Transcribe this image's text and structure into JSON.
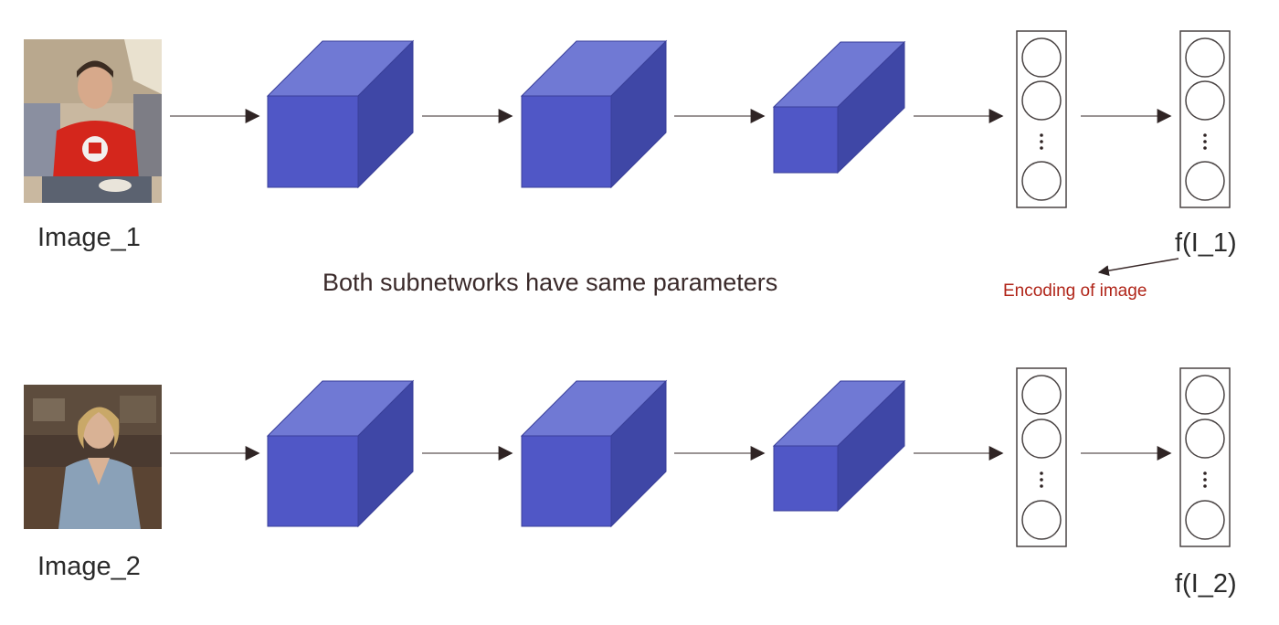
{
  "colors": {
    "cube_front": "#5057c6",
    "cube_top": "#7079d4",
    "cube_side": "#3f47a6",
    "arrow": "#3a2a2a",
    "annotation": "#b02418"
  },
  "rows": [
    {
      "image_label": "Image_1",
      "output_label": "f(I_1)",
      "image_desc": "photo-man-red-shirt"
    },
    {
      "image_label": "Image_2",
      "output_label": "f(I_2)",
      "image_desc": "photo-woman-blonde"
    }
  ],
  "center_note": "Both subnetworks have same parameters",
  "annotation": "Encoding of image",
  "encoding_vector_dots": "⋮"
}
